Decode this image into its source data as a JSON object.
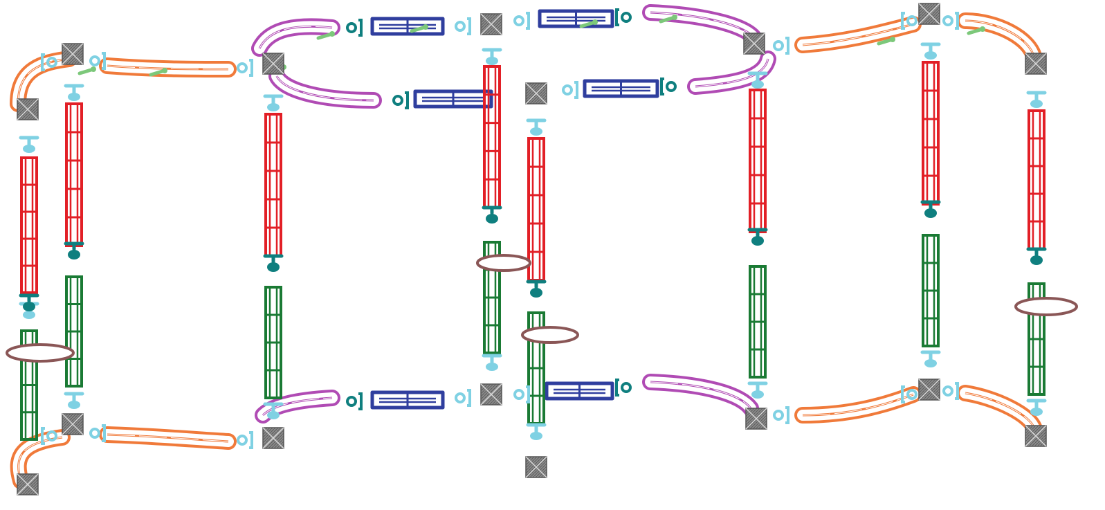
{
  "colors": {
    "vertical_beam_upper": "#e21f26",
    "vertical_beam_lower": "#1a7a34",
    "curved_beam_orange": "#f07a3a",
    "curved_beam_purple": "#b04bb4",
    "straight_beam_blue": "#2f3e9e",
    "connector_cube": "#808080",
    "clamp_light": "#7fd1e3",
    "clamp_dark": "#0f7f7f",
    "tie_green": "#7cc87a",
    "ring": "#8a5656"
  },
  "component_types": [
    "vertical-beam-upper",
    "vertical-beam-lower",
    "curved-beam",
    "straight-beam",
    "connector-cube",
    "clamp",
    "ring-collar"
  ]
}
